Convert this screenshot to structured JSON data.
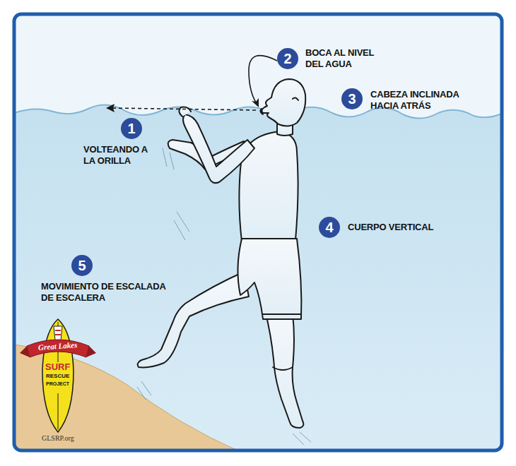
{
  "diagram": {
    "labels": [
      "1",
      "VOLTEANDO A LA ORILLA",
      "2",
      "BOCA AL NIVEL DEL AGUA",
      "3",
      "CABEZA INCLINADA HACIA ATRÁS",
      "4",
      "CUERPO VERTICAL",
      "5",
      "MOVIMIENTO DE ESCALADA DE ESCALERA",
      "Great Lakes",
      "SURF",
      "RESCUE",
      "PROJECT",
      "GLSRP.org"
    ]
  }
}
